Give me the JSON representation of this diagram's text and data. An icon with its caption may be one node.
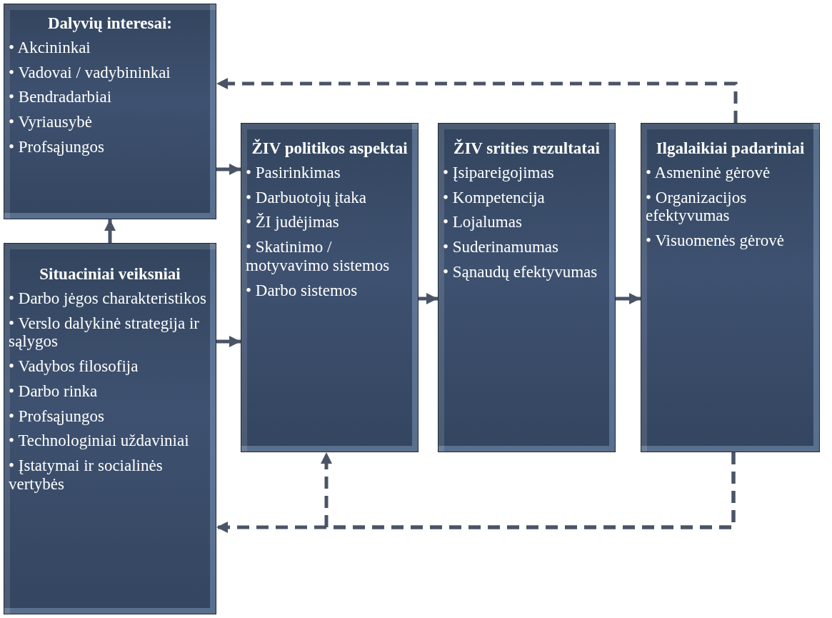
{
  "diagram": {
    "nodes": [
      {
        "text": [
          "Dalyvių interesai:",
          "• Akcininkai",
          "• Vadovai / vadybininkai",
          "• Bendradarbiai",
          "• Vyriausybė",
          "• Profsąjungos"
        ]
      },
      {
        "text": [
          "Situaciniai veiksniai",
          "• Darbo jėgos charakteristikos",
          "• Verslo dalykinė strategija ir sąlygos",
          "• Vadybos filosofija",
          "• Darbo rinka",
          "• Profsąjungos",
          "• Technologiniai uždaviniai",
          "• Įstatymai ir socialinės vertybės"
        ]
      },
      {
        "text": [
          "ŽIV politikos aspektai",
          "• Pasirinkimas",
          "• Darbuotojų įtaka",
          "• ŽI judėjimas",
          "• Skatinimo / motyvavimo sistemos",
          "• Darbo sistemos"
        ]
      },
      {
        "text": [
          "ŽIV srities rezultatai",
          "• Įsipareigojimas",
          "• Kompetencija",
          "• Lojalumas",
          "• Suderinamumas",
          "• Sąnaudų efektyvumas"
        ]
      },
      {
        "text": [
          "Ilgalaikiai padariniai",
          "• Asmeninė gėrovė",
          "• Organizacijos efektyvumas",
          "• Visuomenės gėrovė"
        ]
      }
    ],
    "edges": [
      {
        "from": 1,
        "to": 0,
        "arrow": "to"
      },
      {
        "from": 0,
        "to": 2,
        "arrow": "to"
      },
      {
        "from": 1,
        "to": 2,
        "arrow": "to"
      },
      {
        "from": 2,
        "to": 3,
        "arrow": "to"
      },
      {
        "from": 3,
        "to": 4,
        "arrow": "to"
      },
      {
        "from": 4,
        "to": 0,
        "arrow": "to",
        "style": "dashed"
      },
      {
        "from": 4,
        "to": 1,
        "arrow": "to",
        "style": "dashed"
      },
      {
        "from": 4,
        "to": 2,
        "arrow": "to",
        "style": "dashed"
      }
    ]
  }
}
